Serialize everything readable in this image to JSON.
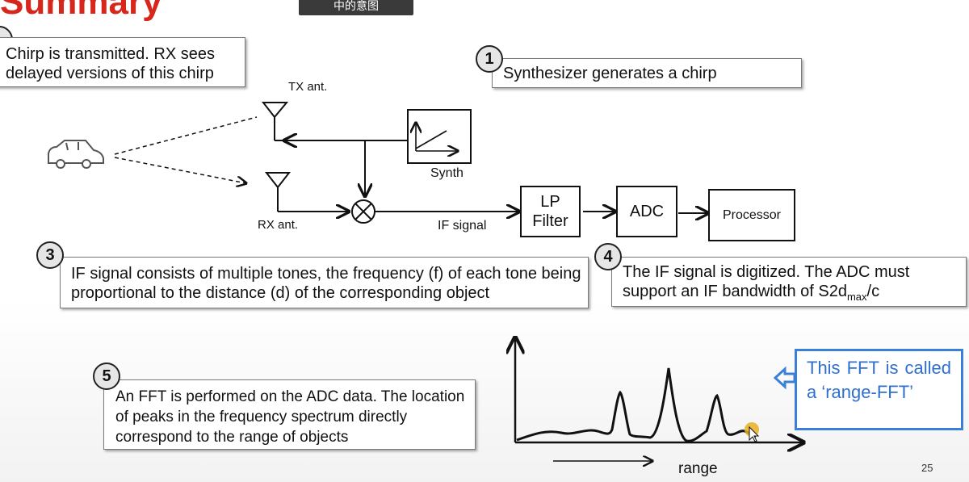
{
  "slide": {
    "title": "Summary",
    "top_tab": "中的意图",
    "page_number": "25"
  },
  "callouts": {
    "c2": {
      "text": "Chirp is transmitted. RX sees delayed versions of this chirp"
    },
    "c1": {
      "number": "1",
      "text": "Synthesizer generates a chirp"
    },
    "c3": {
      "number": "3",
      "text": "IF signal consists of multiple tones, the frequency (f) of each tone being proportional to the distance (d) of the corresponding object"
    },
    "c4": {
      "number": "4",
      "text_before": "The IF signal is digitized. The ADC must support an IF bandwidth of S2d",
      "sub": "max",
      "text_after": "/c"
    },
    "c5": {
      "number": "5",
      "text": "An FFT is performed on the ADC data. The location of peaks in the frequency spectrum directly correspond to the range of objects"
    }
  },
  "diagram": {
    "tx_label": "TX ant.",
    "rx_label": "RX ant.",
    "synth_label": "Synth",
    "if_signal_label": "IF signal",
    "lp_filter_label": "LP Filter",
    "adc_label": "ADC",
    "processor_label": "Processor"
  },
  "spectrum": {
    "xlabel": "range",
    "fft_note": "This FFT is called a ‘range-FFT’"
  },
  "colors": {
    "title": "#d7261b",
    "fft_note": "#2e6fd2",
    "fft_border": "#3b80d8",
    "cursor_dot": "#e8b020"
  }
}
